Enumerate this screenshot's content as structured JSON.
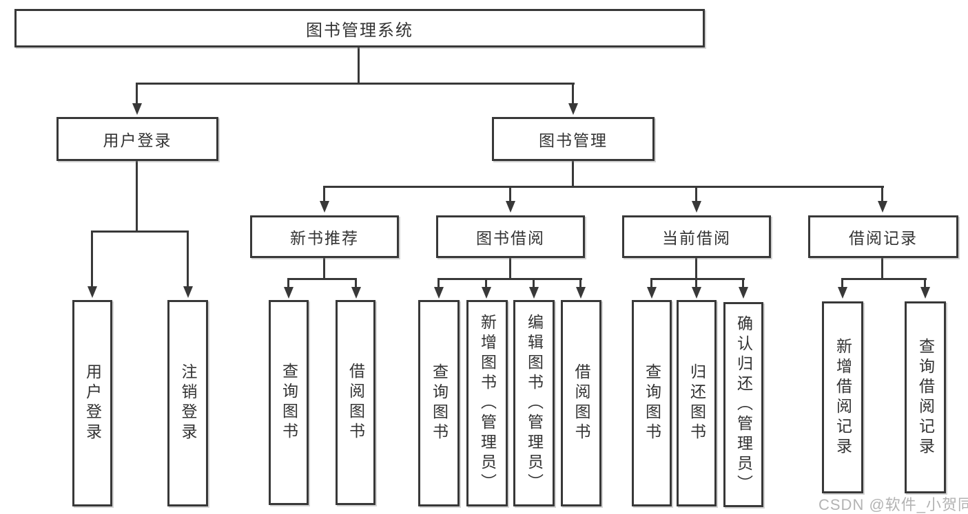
{
  "diagram": {
    "root": "图书管理系统",
    "user_login": {
      "label": "用户登录",
      "children": [
        "用户登录",
        "注销登录"
      ]
    },
    "book_mgmt": {
      "label": "图书管理",
      "modules": [
        {
          "label": "新书推荐",
          "children": [
            "查询图书",
            "借阅图书"
          ]
        },
        {
          "label": "图书借阅",
          "children": [
            "查询图书",
            "新增图书（管理员）",
            "编辑图书（管理员）",
            "借阅图书"
          ]
        },
        {
          "label": "当前借阅",
          "children": [
            "查询图书",
            "归还图书",
            "确认归还（管理员）"
          ]
        },
        {
          "label": "借阅记录",
          "children": [
            "新增借阅记录",
            "查询借阅记录"
          ]
        }
      ]
    },
    "watermark": "CSDN @软件_小贺同学",
    "colors": {
      "line": "#383838",
      "text": "#333333",
      "background": "#ffffff",
      "watermark": "#a8a8a8"
    }
  }
}
